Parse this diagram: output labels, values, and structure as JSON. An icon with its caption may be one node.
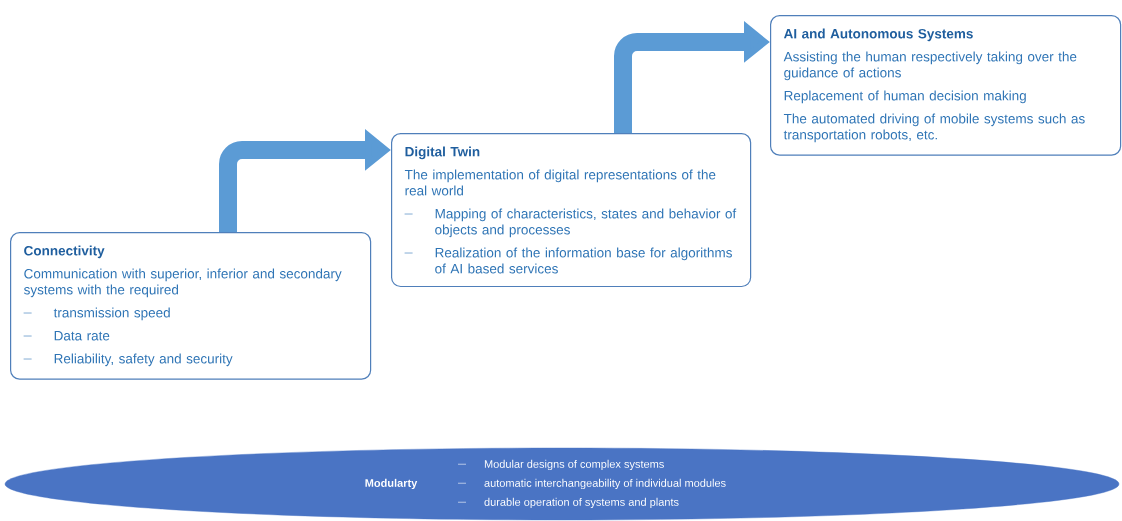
{
  "diagram": {
    "nodes": [
      {
        "text": [
          "Connectivity",
          "Communication with superior, inferior and secondary systems with the required",
          "transmission speed",
          "Data rate",
          "Reliability, safety and security"
        ]
      },
      {
        "text": [
          "Digital Twin",
          "The implementation of digital representations of the real world",
          "Mapping of characteristics, states and behavior of objects and processes",
          "Realization of the information base for algorithms of AI based services"
        ]
      },
      {
        "text": [
          "AI and Autonomous Systems",
          "Assisting the human respectively taking over the guidance of actions",
          "Replacement of human decision making",
          "The automated driving of mobile systems such as transportation robots, etc."
        ]
      },
      {
        "text": [
          "Modularty",
          "Modular designs of complex systems",
          "automatic interchangeability of individual modules",
          "durable operation of systems and plants"
        ]
      }
    ],
    "edges": [
      {
        "from": 0,
        "to": 1,
        "arrow": "to"
      },
      {
        "from": 1,
        "to": 2,
        "arrow": "to"
      }
    ]
  }
}
